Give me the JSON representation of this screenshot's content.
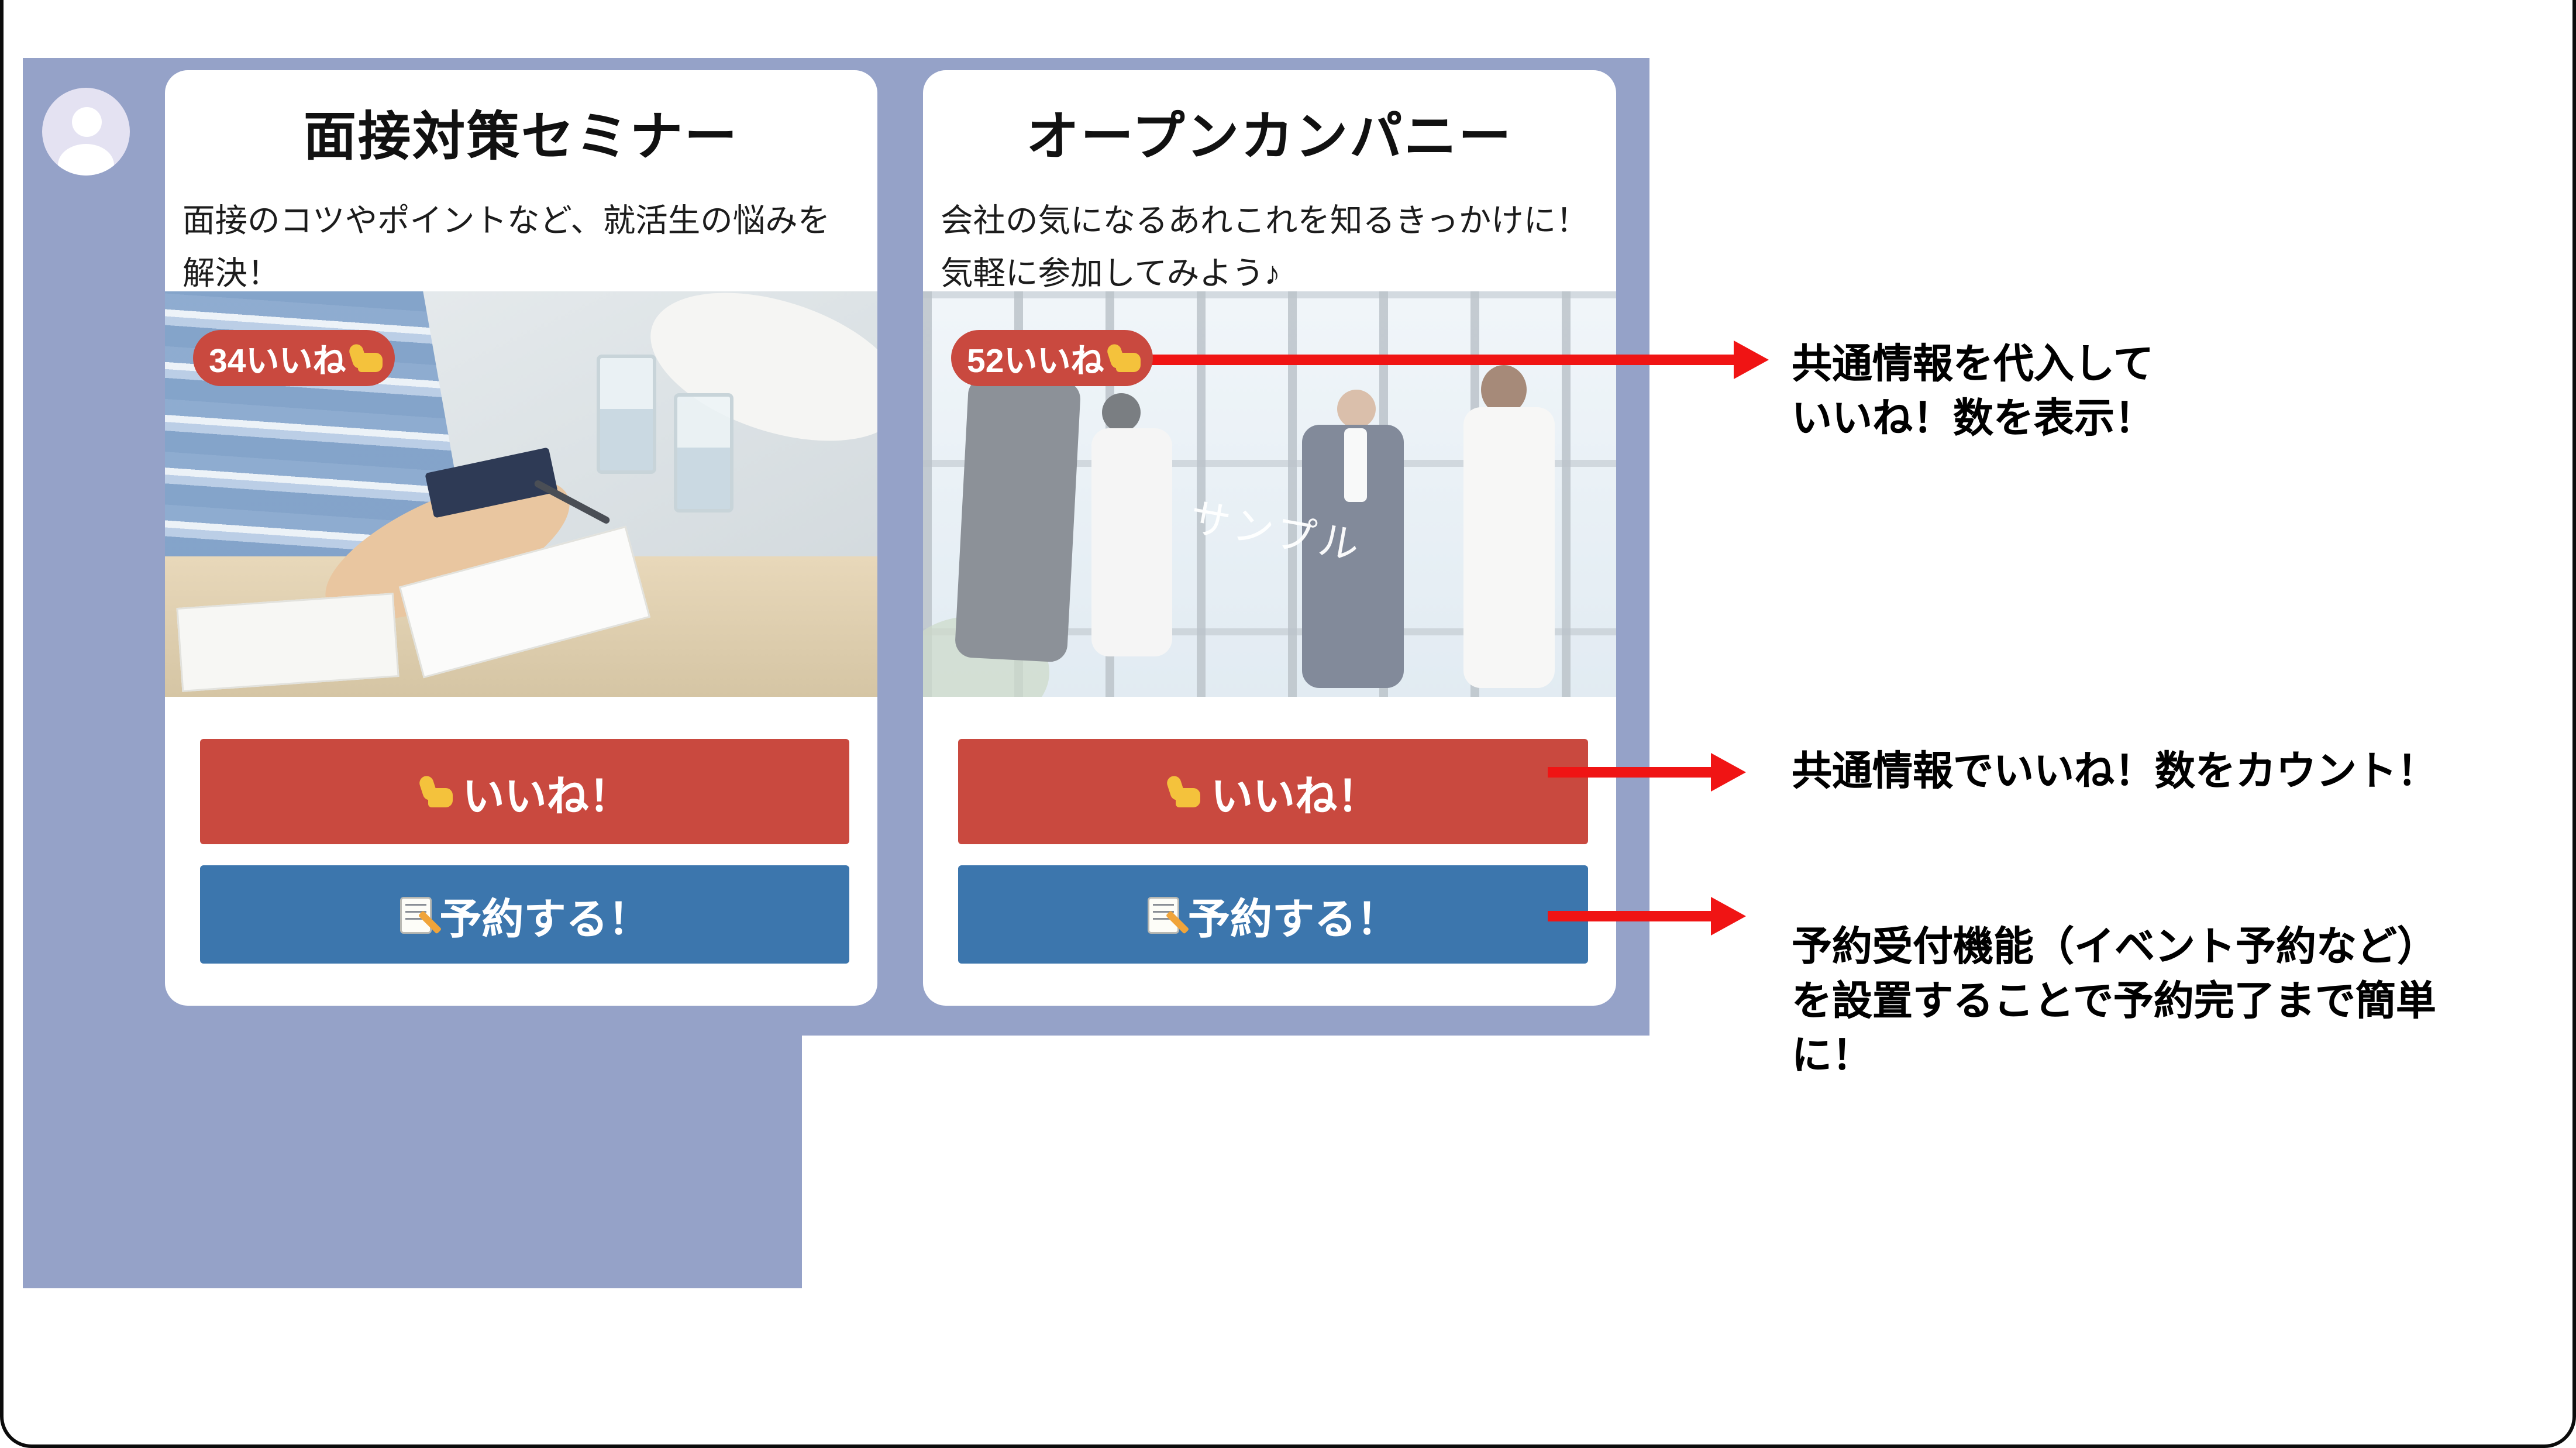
{
  "colors": {
    "panel_blue": "#95A2C8",
    "card_white": "#FFFFFF",
    "accent_red": "#C9493F",
    "accent_blue": "#3C76AD",
    "arrow_red": "#F01414",
    "avatar_lavender": "#E4E2F2",
    "text_black": "#111111"
  },
  "chat": {
    "avatar_icon": "person-icon",
    "cards": [
      {
        "title": "面接対策セミナー",
        "description_lines": [
          "面接のコツやポイントなど、就活生の悩みを",
          "解決！"
        ],
        "like_badge": {
          "count_text": "34いいね",
          "icon": "thumbs-up-emoji"
        },
        "like_button": {
          "icon": "thumbs-up-emoji",
          "label": "いいね！"
        },
        "reserve_button": {
          "icon": "memo-emoji",
          "label": "予約する！"
        }
      },
      {
        "title": "オープンカンパニー",
        "description_lines": [
          "会社の気になるあれこれを知るきっかけに！",
          "気軽に参加してみよう♪"
        ],
        "photo_watermark": "サンプル",
        "like_badge": {
          "count_text": "52いいね",
          "icon": "thumbs-up-emoji"
        },
        "like_button": {
          "icon": "thumbs-up-emoji",
          "label": "いいね！"
        },
        "reserve_button": {
          "icon": "memo-emoji",
          "label": "予約する！"
        }
      }
    ]
  },
  "annotations": [
    {
      "lines": [
        "共通情報を代入して",
        "いいね！数を表示！"
      ]
    },
    {
      "lines": [
        "共通情報でいいね！数をカウント！"
      ]
    },
    {
      "lines": [
        "予約受付機能（イベント予約など）",
        "を設置することで予約完了まで簡単",
        "に！"
      ]
    }
  ]
}
